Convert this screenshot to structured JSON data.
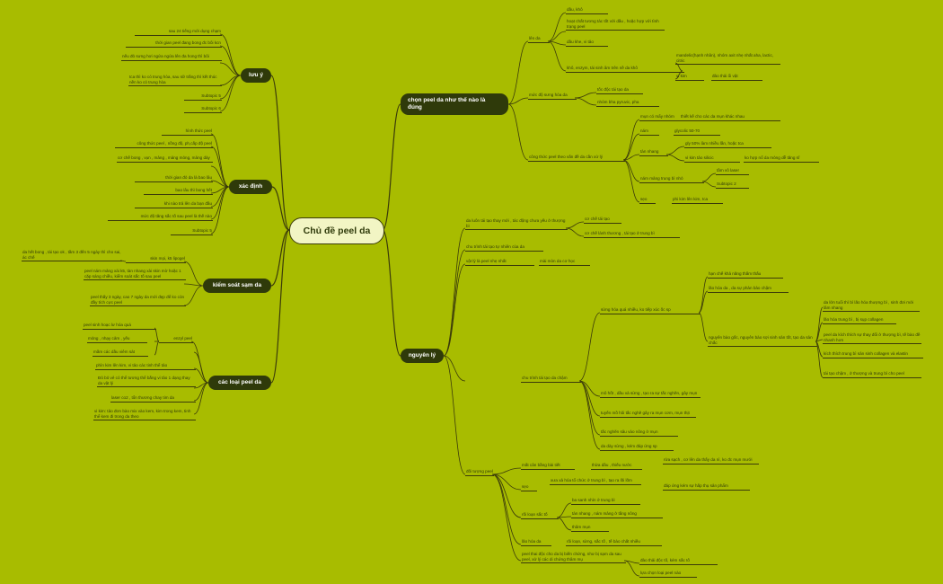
{
  "root": "Chủ đề peel da",
  "branches": {
    "luu_y": {
      "title": "lưu ý",
      "items": [
        "sau 24 tiếng mới dụng chạm",
        "thời gian peel đang bong đc bôi kcn",
        "nếu đỏ sưng hơi ngứa ngứa lên đa hong thì bôi",
        "tca thì ko có trung hòa, sau sữ trắng thì kết thúc nền ko có trung hòa",
        "Subtopic 5",
        "Subtopic 6"
      ]
    },
    "xac_dinh": {
      "title": "xác định",
      "items": [
        "hình thức peel",
        "công thức peel , nồng độ, ph,cấp độ peel",
        "cơ chế bong , vụn , mảng , mảng mỏng, mảng dày",
        "thời gian đỏ da là bao lâu",
        "bao lâu thì bong hết",
        "khi nào trả lên da bạn đầu",
        "mức độ tăng sắc tố sau peel là thế nào",
        "Subtopic 5"
      ]
    },
    "kiem_soat": {
      "title": "kiểm soát sạm da",
      "items": [
        "da hết bong , tái tạo ok , tầm 3 đến 5 ngày thì cho sai, ác chế",
        "skin mọi, k5 lipogel",
        "peel nám mảng xài k5, tàn nhang xài skin mờ hoặc 1 cặp sáng chiều, kiểm soát sắc tố sau peel",
        "peel thấy 3 ngày, cao 7 ngày da mới đẹp để ko còn đầy tích cực peel"
      ]
    },
    "cac_loai": {
      "title": "các loại peel da",
      "items": [
        "peel sinh hoạc lư hóa quá",
        "mỏng , nhạy cảm , yếu",
        "mầm các dầu viêm sát",
        "enzyl peel",
        "phìn kim lên kim, vi tảo các tinh thể tảo",
        "Đỏ bỏ vẻ có thể tương thể bằng vi tảo 1 dạng thay da vật lý",
        "laser co2 , tổn thương chay tim da",
        "vi kim: tảo đơn bào mix vào kem, kim trong kem, tinh thể kem đi trong da theo"
      ]
    },
    "chon": {
      "title": "chọn peel da như thế nào là đúng",
      "sub": [
        "lên da",
        "mức độ sưng hóa da",
        "công thức peel theo vấn đề da cần xử lý"
      ],
      "items": [
        "dầu, khô",
        "hoạt chất tương tác tốt với dầu , hoặc hợp với tình trạng peel",
        "dầu khe, vi tảo",
        "khô, enzym, tái sinh âm trên nề da khô",
        "mandelic(hạnh nhân), nhóm axit nhẹ nhất aha, lactic, citric",
        "vi kim",
        "đảo thải ổi vật",
        "tốc độc tái tạo da",
        "nhóm bha pyruvic, pha",
        "mụn có mẩy nhóm",
        "thiết kế cho các da mụn khác nhau",
        "nám",
        "glycolic 50-70",
        "tàn nhang",
        "gly 50% làm nhiều lần, hoặc tca",
        "vi kim tảo silicic",
        "ko hợp nổ da mỏng dễ tăng sĩ",
        "nám mảng trung bì nhỏ",
        "tầm vô laser",
        "Subtopic 2",
        "sẹo",
        "phi kim lên kim, tca"
      ]
    },
    "nguyen_ly": {
      "title": "nguyên lý",
      "sub": [
        "da luôn tái tạo thay mới , tác động chưa yếu ở thượng bì",
        "chu trình tái tạo tự nhiên của da",
        "vật lý là peel nhẹ nhất",
        "chu trình tái tạo da chậm",
        "đối tượng peel"
      ],
      "items": [
        "cơ chế tái tạo",
        "cơ chế lành thương , tái tạo ở trung bì",
        "mài mòn da cơ học",
        "sừng hóa quá nhiều, ko tiếp xúc ốc sp",
        "hạn chế khả năng thấm thấu",
        "lão hóa da , da sự phản bảo chậm",
        "nguyên bào gốc, nguyên bào sợi sinh sản tốt, tạo da sản chắc",
        "da lớn tuổi thì bì lão hóa thượng bì , sinh đơi mới lâm nhang",
        "lão hóa trung bì , bị sụp collagen",
        "peel da kích thích sự thay đổi ở thượng bì, tế bào đề nhanh hơn",
        "kích thích trung bì sản sinh collagen và elastin",
        "tái tạo chậm , ở thượng và trung bì cho peel",
        "mô hốt , dầu và sừng , tạo ra sự tắc nghẽn, gây mụn",
        "tuyến mồ hôi tắc nghẽ gây ra mụn cơm, mụn thịt",
        "tắc nghẽn sâu vào nông ở mụn",
        "da dày sừng , kém đáp ứng sp",
        "mất cân bằng bài tiết",
        "thừa dầu , thiếu nước",
        "rửa sạch , cơ lên da thấy da nì, ko đc mụn mưới",
        "sẹo",
        "xưa xả hóa tổ chức ở trung bì , tạo ra lõi lõm",
        "đáp ứng kém sự hấp thụ sản phẩm",
        "rối loạn sắc tố",
        "ba sanh nhìn ở trung bì",
        "tàn nhang , nám mảng ở tầng nông",
        "thâm mụn",
        "lão hóa da",
        "rối loạn, sừng, sắc tố , tế bào chất nhiều",
        "peel thai độc cho da bị biến chứng, như bị sạm da sau peel, xử lý các di chứng thâm mụ",
        "đào thải độc tố, kém sắc tố",
        "lựa chọn loại peel nào"
      ]
    }
  }
}
